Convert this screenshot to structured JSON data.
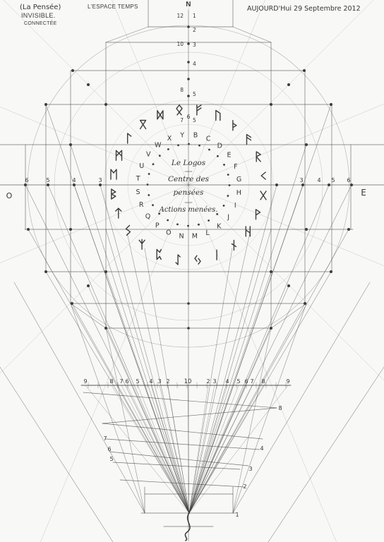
{
  "header": {
    "note_lines": [
      "(La Pensée)",
      "INVISIBLE.",
      "CONNECTÉE"
    ],
    "title": "L'ESPACE TEMPS",
    "date": "AUJOURD'Hui 29 Septembre 2012"
  },
  "compass": {
    "north": "N",
    "west": "O",
    "east": "E"
  },
  "center_text": [
    "Le Logos",
    "Centre des",
    "pensées",
    "Actions menées."
  ],
  "rune_ring": [
    "dagaz",
    "othala",
    "fehu",
    "uruz",
    "thurisaz",
    "ansuz",
    "raidho",
    "kaunan",
    "gebo",
    "wunjo",
    "hagalaz",
    "naudiz",
    "isaz",
    "jera",
    "eihwaz",
    "perthro",
    "algiz",
    "sowilo",
    "tiwaz",
    "berkanan",
    "ehwaz",
    "mannaz",
    "laguz",
    "ingwaz"
  ],
  "letter_ring": [
    "B",
    "C",
    "D",
    "E",
    "F",
    "G",
    "H",
    "I",
    "J",
    "K",
    "L",
    "M",
    "N",
    "O",
    "P",
    "Q",
    "R",
    "S",
    "T",
    "U",
    "V",
    "W",
    "X",
    "Y"
  ],
  "vertical_scale": {
    "left": [
      "12",
      "10",
      "8",
      "7"
    ],
    "center": "6",
    "right": [
      "1",
      "2",
      "3",
      "4",
      "5",
      "5"
    ]
  },
  "horizontal_scale": {
    "left": [
      "6",
      "5",
      "4",
      "3"
    ],
    "right": [
      "3",
      "4",
      "5",
      "6"
    ]
  },
  "bottom_scale": {
    "left": [
      "9",
      "8",
      "7",
      "6",
      "5",
      "4",
      "3",
      "2"
    ],
    "center": "10",
    "right": [
      "2",
      "3",
      "4",
      "5",
      "6",
      "7",
      "8",
      "9"
    ]
  },
  "side_marks": {
    "left": [
      "7",
      "6",
      "5"
    ],
    "right": [
      "8",
      "4",
      "3",
      "2",
      "1"
    ]
  },
  "colors": {
    "paper": "#f8f8f6",
    "pencil": "#3c3c3c",
    "faint": "#9c9c9c"
  }
}
